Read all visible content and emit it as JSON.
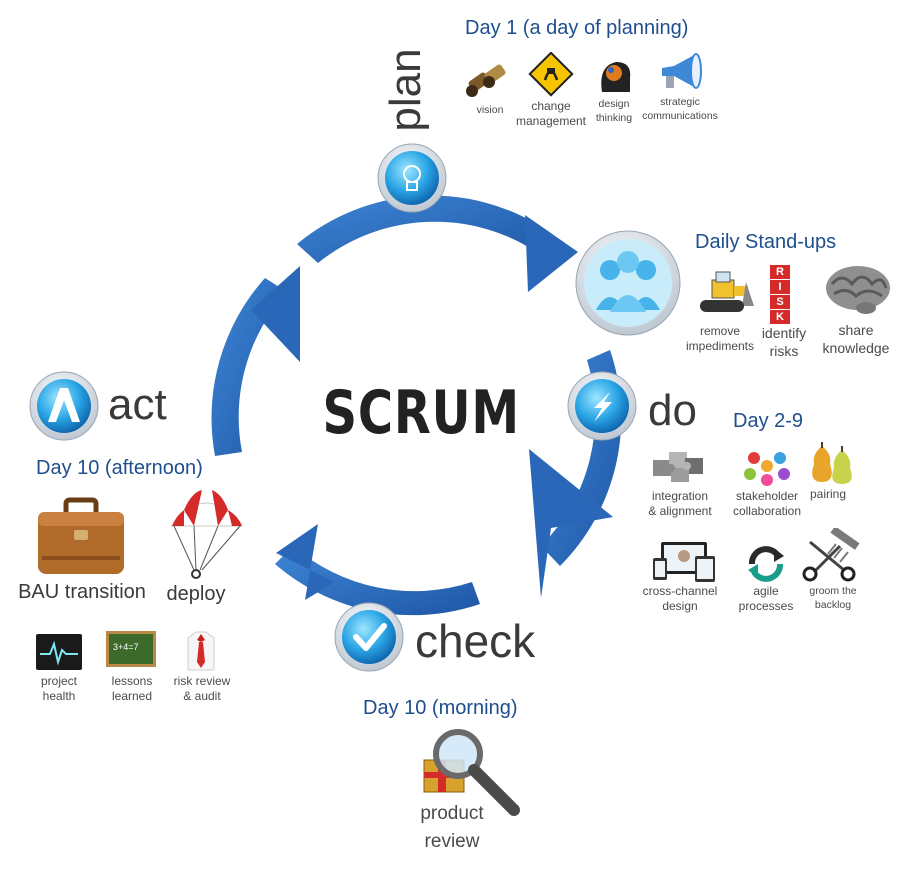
{
  "diagram": {
    "center_label": "SCRUM",
    "phases": {
      "plan": "plan",
      "do": "do",
      "check": "check",
      "act": "act"
    },
    "day_labels": {
      "day1": "Day 1 (a day of planning)",
      "standups": "Daily Stand-ups",
      "day2_9": "Day 2-9",
      "day10_morning": "Day 10 (morning)",
      "day10_afternoon": "Day 10 (afternoon)"
    },
    "plan_items": {
      "vision": "vision",
      "change": [
        "change",
        "management"
      ],
      "design": [
        "design",
        "thinking"
      ],
      "strategic": [
        "strategic",
        "communications"
      ]
    },
    "standup_items": {
      "remove": [
        "remove",
        "impediments"
      ],
      "identify": [
        "identify",
        "risks"
      ],
      "share": [
        "share",
        "knowledge"
      ]
    },
    "do_items": {
      "integration": [
        "integration",
        "& alignment"
      ],
      "stakeholder": [
        "stakeholder",
        "collaboration"
      ],
      "pairing": "pairing",
      "crosschannel": [
        "cross-channel",
        "design"
      ],
      "agile": [
        "agile",
        "processes"
      ],
      "groom": [
        "groom the",
        "backlog"
      ]
    },
    "check_items": {
      "product": [
        "product",
        "review"
      ]
    },
    "act_items": {
      "bau": "BAU transition",
      "deploy": "deploy",
      "health": [
        "project",
        "health"
      ],
      "lessons": [
        "lessons",
        "learned"
      ],
      "risk": [
        "risk review",
        "& audit"
      ]
    },
    "icon_texts": {
      "chalkboard": "3+4=7",
      "risk_blocks": [
        "R",
        "I",
        "S",
        "K"
      ]
    }
  }
}
